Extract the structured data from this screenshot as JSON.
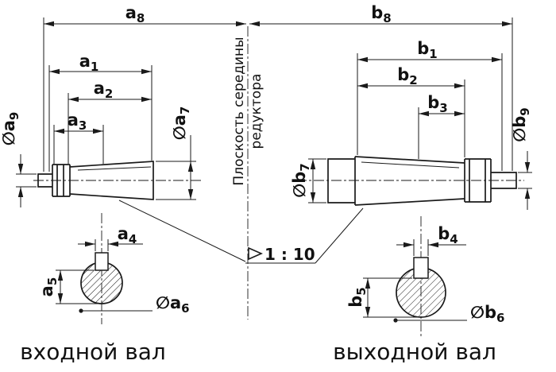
{
  "labels": {
    "a1": {
      "base": "a",
      "sub": "1"
    },
    "a2": {
      "base": "a",
      "sub": "2"
    },
    "a3": {
      "base": "a",
      "sub": "3"
    },
    "a4": {
      "base": "a",
      "sub": "4"
    },
    "a5": {
      "base": "a",
      "sub": "5"
    },
    "a6": {
      "base": "∅a",
      "sub": "6"
    },
    "a7": {
      "base": "∅a",
      "sub": "7"
    },
    "a8": {
      "base": "a",
      "sub": "8"
    },
    "a9": {
      "base": "∅a",
      "sub": "9"
    },
    "b1": {
      "base": "b",
      "sub": "1"
    },
    "b2": {
      "base": "b",
      "sub": "2"
    },
    "b3": {
      "base": "b",
      "sub": "3"
    },
    "b4": {
      "base": "b",
      "sub": "4"
    },
    "b5": {
      "base": "b",
      "sub": "5"
    },
    "b6": {
      "base": "∅b",
      "sub": "6"
    },
    "b7": {
      "base": "∅b",
      "sub": "7"
    },
    "b8": {
      "base": "b",
      "sub": "8"
    },
    "b9": {
      "base": "∅b",
      "sub": "9"
    }
  },
  "center_plane": {
    "line1": "Плоскость середины",
    "line2": "редуктора"
  },
  "taper": {
    "ratio": "1 : 10"
  },
  "captions": {
    "left": "входной вал",
    "right": "выходной вал"
  }
}
